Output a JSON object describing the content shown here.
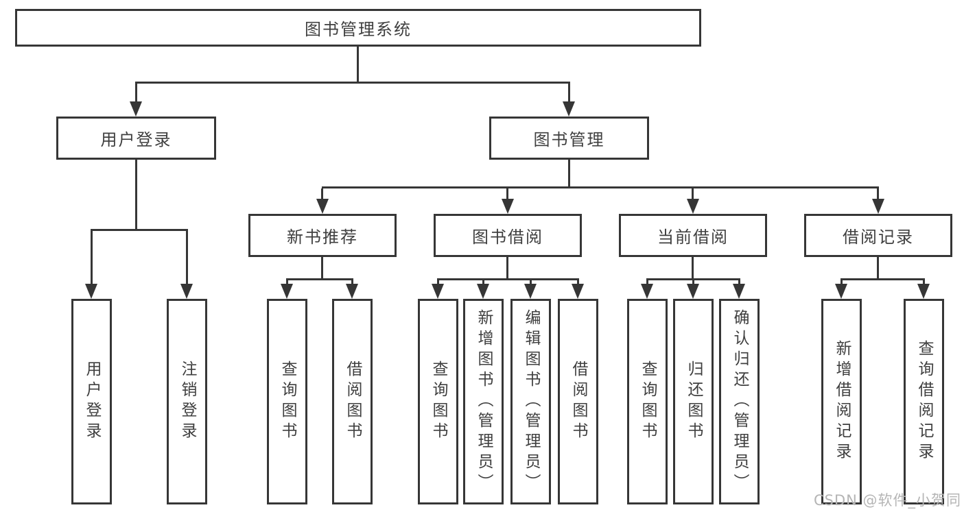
{
  "diagram": {
    "root": "图书管理系统",
    "login": {
      "label": "用户登录",
      "children": [
        "用户登录",
        "注销登录"
      ]
    },
    "mgmt": {
      "label": "图书管理",
      "children": [
        {
          "label": "新书推荐",
          "children": [
            "查询图书",
            "借阅图书"
          ]
        },
        {
          "label": "图书借阅",
          "children": [
            "查询图书",
            "新增图书（管理员）",
            "编辑图书（管理员）",
            "借阅图书"
          ]
        },
        {
          "label": "当前借阅",
          "children": [
            "查询图书",
            "归还图书",
            "确认归还（管理员）"
          ]
        },
        {
          "label": "借阅记录",
          "children": [
            "新增借阅记录",
            "查询借阅记录"
          ]
        }
      ]
    },
    "watermark": "CSDN @软件_小贺同学",
    "colors": {
      "line": "#363636",
      "text": "#3f3f3f",
      "watermark": "#b5b5b5",
      "background": "#ffffff"
    }
  }
}
